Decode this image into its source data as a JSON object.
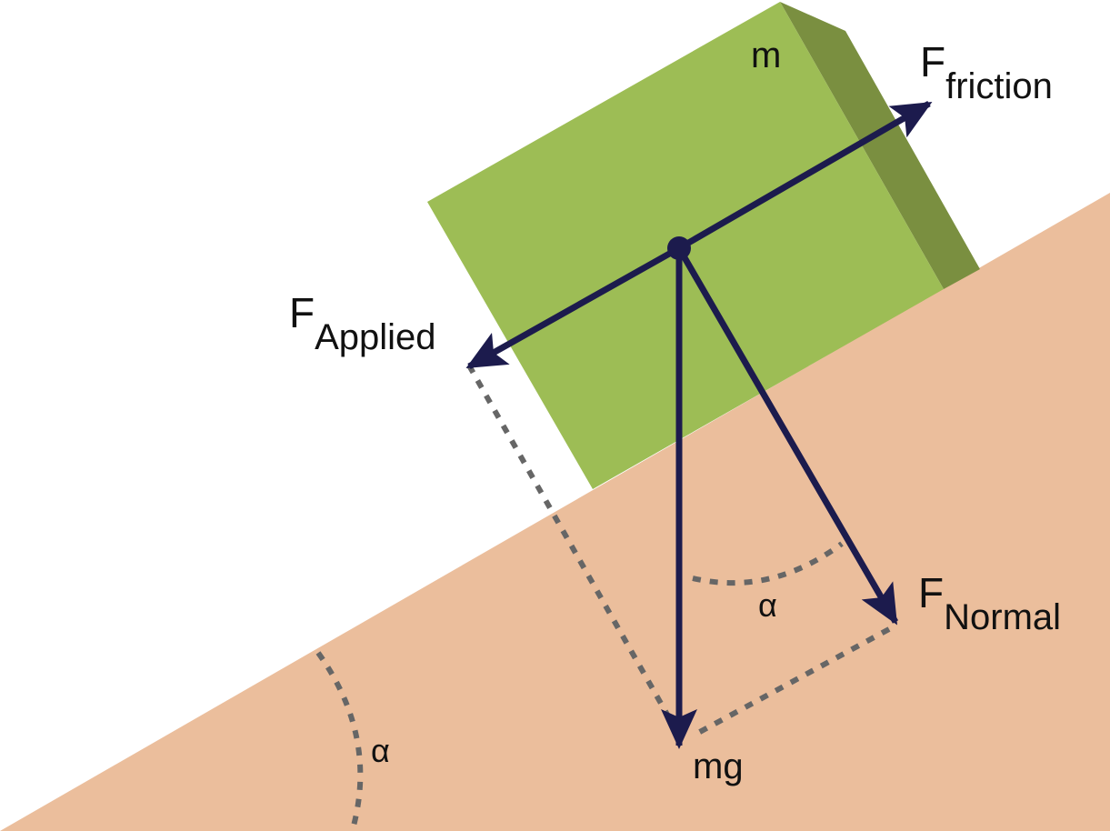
{
  "labels": {
    "mass": "m",
    "friction": {
      "main": "F",
      "sub": "friction"
    },
    "applied": {
      "main": "F",
      "sub": "Applied"
    },
    "normal": {
      "main": "F",
      "sub": "Normal"
    },
    "weight": "mg",
    "angle_ground": "α",
    "angle_forces": "α"
  },
  "colors": {
    "ramp_fill": "#EBBE9C",
    "block_front": "#9DBD55",
    "block_side": "#7A8F40",
    "vector": "#1C1B4D",
    "guide": "#666666"
  }
}
